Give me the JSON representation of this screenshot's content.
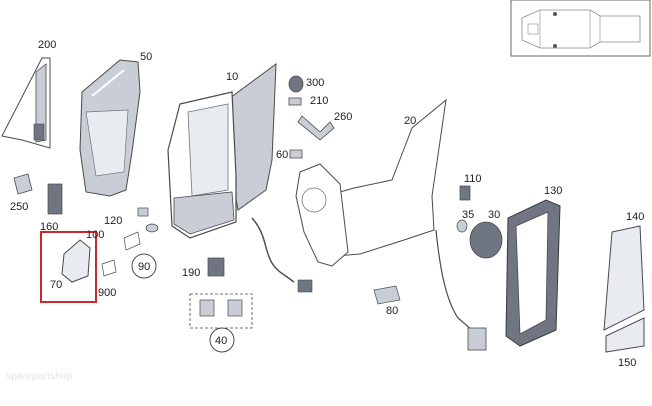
{
  "colors": {
    "outline": "#4a4a4a",
    "part_fill": "#c9ced6",
    "part_dark": "#6f7682",
    "glass": "#e8ebef",
    "highlight": "#cc2a2a",
    "label": "#222222"
  },
  "labels": {
    "p200": "200",
    "p50": "50",
    "p10": "10",
    "p300": "300",
    "p210": "210",
    "p260": "260",
    "p20": "20",
    "p60": "60",
    "p110": "110",
    "p130": "130",
    "p140": "140",
    "p250": "250",
    "p120": "120",
    "p35": "35",
    "p30": "30",
    "p160": "160",
    "p100": "100",
    "p90": "90",
    "p70": "70",
    "p900": "900",
    "p190": "190",
    "p80": "80",
    "p40": "40",
    "p150": "150"
  },
  "watermark": "sparepartshop"
}
